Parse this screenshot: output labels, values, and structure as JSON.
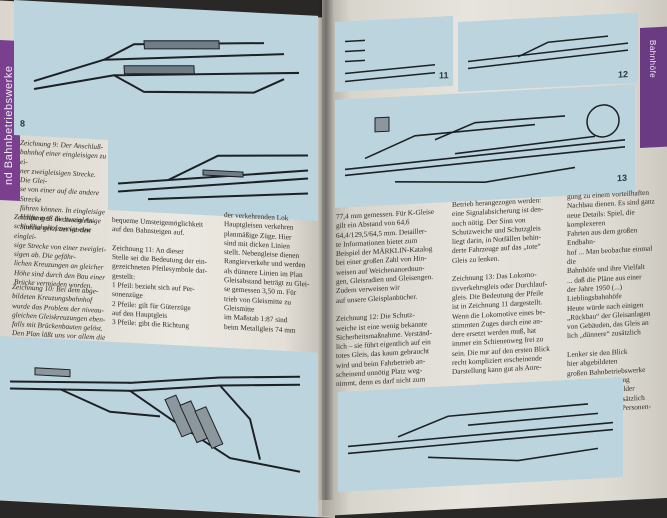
{
  "left_page": {
    "tab_label": "nd Bahnbetriebswerke",
    "fig8_number": "8",
    "fig8_caption": "Zeichnung 9: Der Anschluß-\nbahnhof einer eingleisigen zu ei-\nner zweigleisigen Strecke. Die Glei-\nse von einer auf die andere Strecke\nführen können. In eingleisige\nHälfte muß die zweigleisige\nStrecke gekreuzt werden",
    "fig9_caption": "Zeichnung 9: In diesem An-\nschlußbahnhof zweigt eine einglei-\nsige Strecke von einer zweiglei-\nsigen ab. Die gefähr-\nlichen Kreuzungen an gleicher\nHöhe sind durch den Bau einer\nBrücke vermieden worden.",
    "fig10_caption": "Zeichnung 10: Bei dem abge-\nbildeten Kreuzungsbahnhof\nwurde das Problem der niveau-\ngleichen Gleiskreuzungen eben-\nfalls mit Brückenbauten gelöst.\nDen Plan läßt uns vor allem die",
    "col2": "bequeme Umsteigemöglichkeit\nauf den Bahnsteigen auf.\n\nZeichnung 11: An dieser\nStelle sei die Bedeutung der ein-\ngezeichneten Pfeilesymbole dar-\ngestellt:\n1 Pfeil: bezieht sich auf Per-\nsonenzüge\n2 Pfeile: gilt für Güterzüge\nauf den Hauptgleis\n3 Pfeile: gibt die Richtung",
    "col3": "der verkehrenden Lok\nHauptgleisen verkehren\nplanmäßige Züge. Hier\nsind mit dicken Linien\nstellt. Nebengleise dienen\nRangierverkehr und werden\nals dünnere Linien im Plan\nGleisabstand beträgt zu Glei-\nse gemessen 3,50 m. Für\ntrieb von Gleismitte zu Gleismitte\nim Maßstab 1:87 sind\nbeim Metallgleis 74 mm"
  },
  "right_page": {
    "tab_label": "Bahnhöfe",
    "fig11_number": "11",
    "fig12_number": "12",
    "fig13_number": "13",
    "col1": "77,4 mm gemessen. Für K-Gleise\ngilt ein Abstand von 64,6\n64,4/129,5/64,5 mm. Detailler-\nte Informationen bietet zum\nBeispiel der MÄRKLIN-Katalog\nbei einer großen Zahl von Hin-\nweisen auf Weichenanordnun-\ngen, Gleisradien und Gleisengen.\nZudem verweisen wir\nauf unsere Gleisplanbücher.\n\nZeichnung 12: Die Schutz-\nweiche ist eine wenig bekannte\nSicherheitsmaßnahme. Verständ-\nlich – sie führt eigentlich auf ein\ntotes Gleis, das kaum gebraucht\nwird und beim Fahrbetrieb an-\nscheinend unnötig Platz weg-\nnimmt, denn es darf nicht zum",
    "col2": "Betrieb herangezogen werden:\neine Signalabsicherung ist den-\nnoch nötig. Der Sinn von\nSchutzweiche und Schutzgleis\nliegt darin, in Notfällen behin-\nderte Fahrzeuge auf das „tote“\nGleis zu lenken.\n\nZeichnung 13: Das Lokomo-\ntivverkehrsgleis oder Durchlauf-\ngleis. Die Bedeutung der Pfeile\nist in Zeichnung 11 dargestellt.\nWenn die Lokomotive eines be-\nstimmten Zuges durch eine an-\ndere ersetzt werden muß, hat\nimmer ein Schienenweg frei zu\nsein. Die nur auf den ersten Blick\nrecht kompliziert erscheinende\nDarstellung kann gut als Anre-",
    "col3": "gung zu einem vorteilhaften\nNachbau dienen. Es sind ganz\nneue Details: Spiel, die komplexeren\nFahrten aus dem großen Endbahn-\nhof ... Man beobachte einmal die\nBahnhöfe und ihre Vielfalt\n... daß die Pläne aus einer\nder Jahre 1950 (...) Lieblingsbahnhöfe\nHeute würde nach einigen\n„Rückbau“ der Gleisanlagen\nvon Gebäuden, das Gleis an\nlich „dünnere“ zusätzlich\n\nLenker sie den Blick\nhier abgebildeten\ngroßen Bahnbetriebswerke\nwiederum Gestaltung\nsteigen und Gleisfelder\nwenige Details: Zusätzlich\nEinrichtungen des Personen-"
  }
}
